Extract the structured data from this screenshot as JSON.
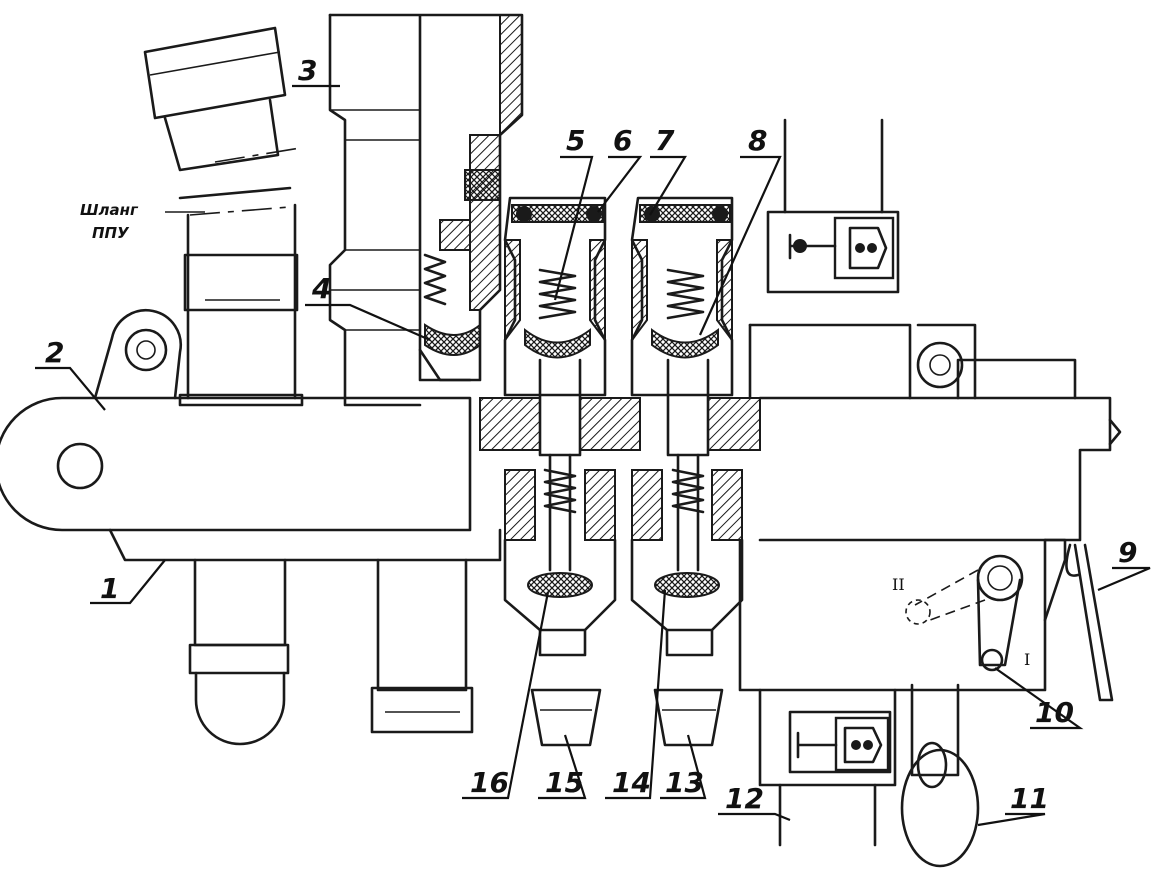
{
  "hose_label": {
    "line1": "Шланг",
    "line2": "ППУ"
  },
  "callouts": [
    "1",
    "2",
    "3",
    "4",
    "5",
    "6",
    "7",
    "8",
    "9",
    "10",
    "11",
    "12",
    "13",
    "14",
    "15",
    "16"
  ],
  "positions": {
    "p1": "I",
    "p2": "II"
  }
}
